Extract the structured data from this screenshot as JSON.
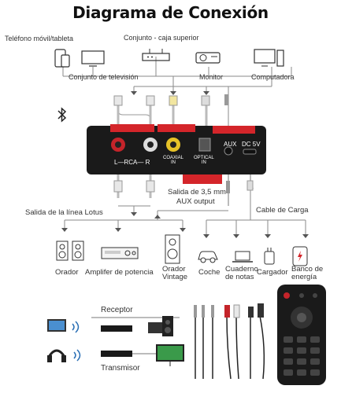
{
  "title": "Diagrama de Conexión",
  "top_devices": {
    "phone": "Teléfono móvil/tableta",
    "settop": "Conjunto - caja superior",
    "tv": "Conjunto de televisión",
    "monitor": "Monitor",
    "computer": "Computadora"
  },
  "device_panel": {
    "rca_label": "L—RCA— R",
    "coaxial": "COAXIAL\nIN",
    "optical": "OPTICAL\nIN",
    "aux": "AUX",
    "dc": "DC 5V"
  },
  "mid_labels": {
    "aux_out_1": "Salida de 3,5 mm",
    "aux_out_2": "AUX output",
    "lotus": "Salida de la línea Lotus",
    "charge_cable": "Cable de Carga"
  },
  "bottom_devices": {
    "speaker": "Orador",
    "amp": "Amplifer de potencia",
    "vintage": "Orador\nVintage",
    "car": "Coche",
    "notebook": "Cuaderno\nde notas",
    "charger": "Cargador",
    "powerbank": "Banco de\nenergía"
  },
  "bottom_modes": {
    "receiver": "Receptor",
    "transmitter": "Transmisor"
  },
  "colors": {
    "line": "#8a8a8a",
    "red_label": "#d4252a",
    "device_body": "#1a1a1a"
  }
}
